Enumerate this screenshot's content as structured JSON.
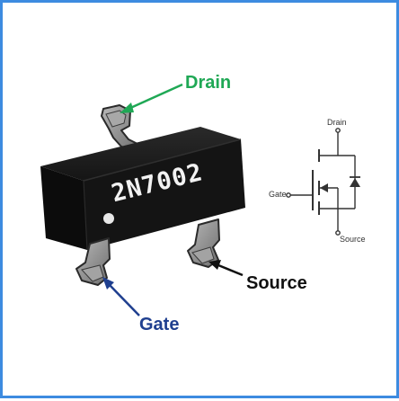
{
  "component": {
    "part_marking": "2N7002"
  },
  "callouts": {
    "drain": {
      "label": "Drain",
      "color": "#1fa855"
    },
    "source": {
      "label": "Source",
      "color": "#111111"
    },
    "gate": {
      "label": "Gate",
      "color": "#1f3f8f"
    }
  },
  "schematic": {
    "drain_label": "Drain",
    "gate_label": "Gate",
    "source_label": "Source"
  },
  "colors": {
    "border": "#3d8be0",
    "package_body": "#111111",
    "lead_fill": "#8d8d8d",
    "lead_stroke": "#2a2a2a"
  }
}
